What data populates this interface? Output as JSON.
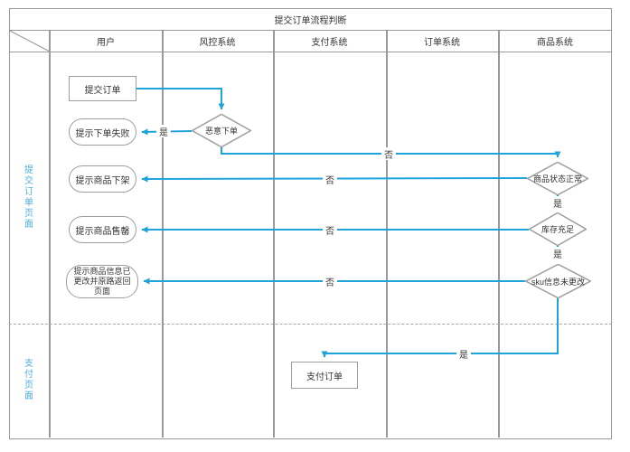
{
  "title": "提交订单流程判断",
  "lanes": [
    "用户",
    "风控系统",
    "支付系统",
    "订单系统",
    "商品系统"
  ],
  "row_labels": [
    "提交订单页面",
    "支付页面"
  ],
  "nodes": {
    "submit_order": "提交订单",
    "hint_order_fail": "提示下单失败",
    "malicious_order": "恶意下单",
    "hint_product_off_shelf": "提示商品下架",
    "product_status_normal": "商品状态正常",
    "hint_sold_out": "提示商品售罄",
    "stock_sufficient": "库存充足",
    "hint_info_changed": "提示商品信息已更改并原路返回页面",
    "sku_unchanged": "sku信息未更改",
    "pay_order": "支付订单"
  },
  "edge_labels": {
    "yes_malicious": "是",
    "no_malicious": "否",
    "no_status": "否",
    "yes_status": "是",
    "no_stock": "否",
    "yes_stock": "是",
    "no_sku": "否",
    "yes_sku": "是"
  },
  "colors": {
    "flow_arrow": "#1FA3DB",
    "row_label_text": "#4FAEDC",
    "lane_border": "#999999",
    "shape_border": "#9e9e9e"
  }
}
